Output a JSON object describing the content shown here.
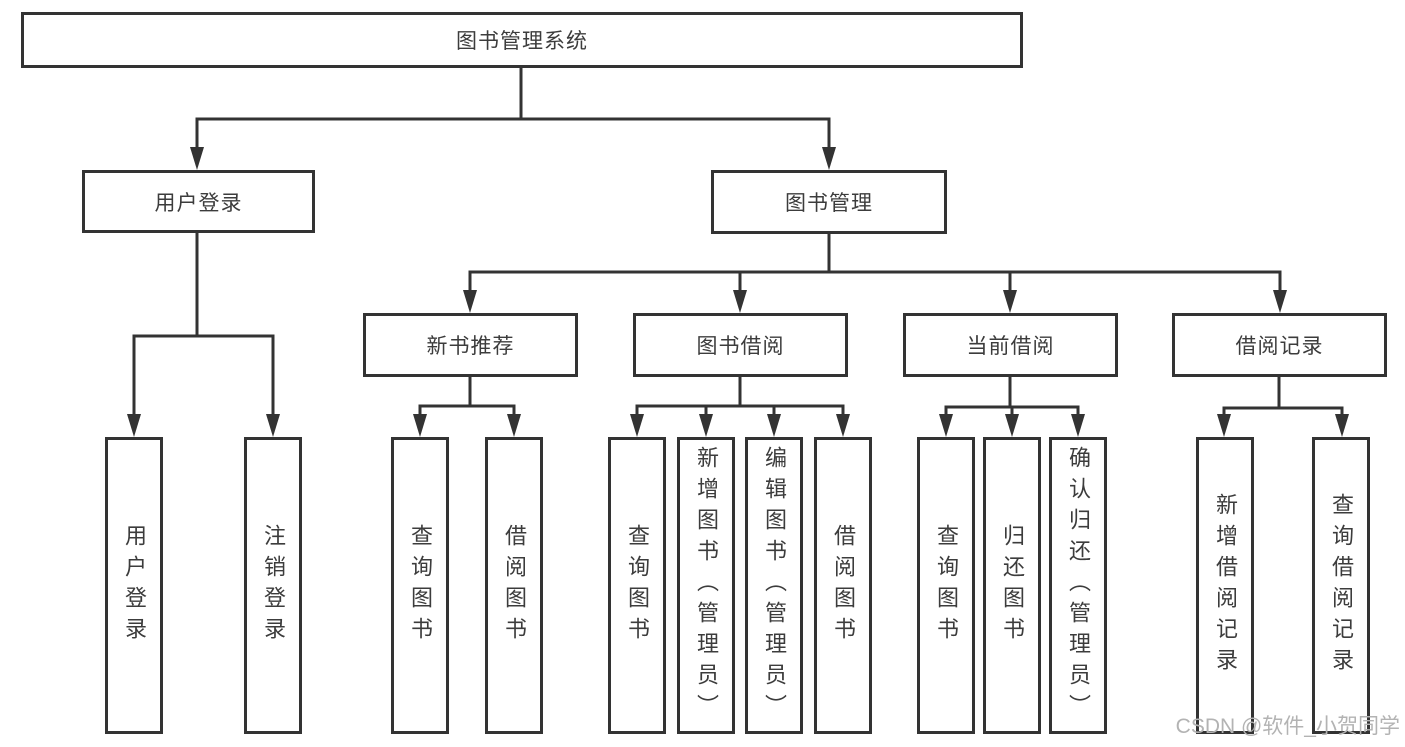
{
  "diagram": {
    "type": "tree",
    "colors": {
      "line": "#333333",
      "box_border": "#333333",
      "text": "#3c3c3c",
      "background": "#ffffff",
      "watermark": "#b3b3b3"
    },
    "tree": {
      "root": {
        "label": "图书管理系统",
        "children": [
          {
            "label": "用户登录",
            "children": [
              {
                "label": "用户登录"
              },
              {
                "label": "注销登录"
              }
            ]
          },
          {
            "label": "图书管理",
            "children": [
              {
                "label": "新书推荐",
                "children": [
                  {
                    "label": "查询图书"
                  },
                  {
                    "label": "借阅图书"
                  }
                ]
              },
              {
                "label": "图书借阅",
                "children": [
                  {
                    "label": "查询图书"
                  },
                  {
                    "label": "新增图书（管理员）"
                  },
                  {
                    "label": "编辑图书（管理员）"
                  },
                  {
                    "label": "借阅图书"
                  }
                ]
              },
              {
                "label": "当前借阅",
                "children": [
                  {
                    "label": "查询图书"
                  },
                  {
                    "label": "归还图书"
                  },
                  {
                    "label": "确认归还（管理员）"
                  }
                ]
              },
              {
                "label": "借阅记录",
                "children": [
                  {
                    "label": "新增借阅记录"
                  },
                  {
                    "label": "查询借阅记录"
                  }
                ]
              }
            ]
          }
        ]
      }
    }
  },
  "watermark": {
    "text": "CSDN @软件_小贺同学"
  }
}
